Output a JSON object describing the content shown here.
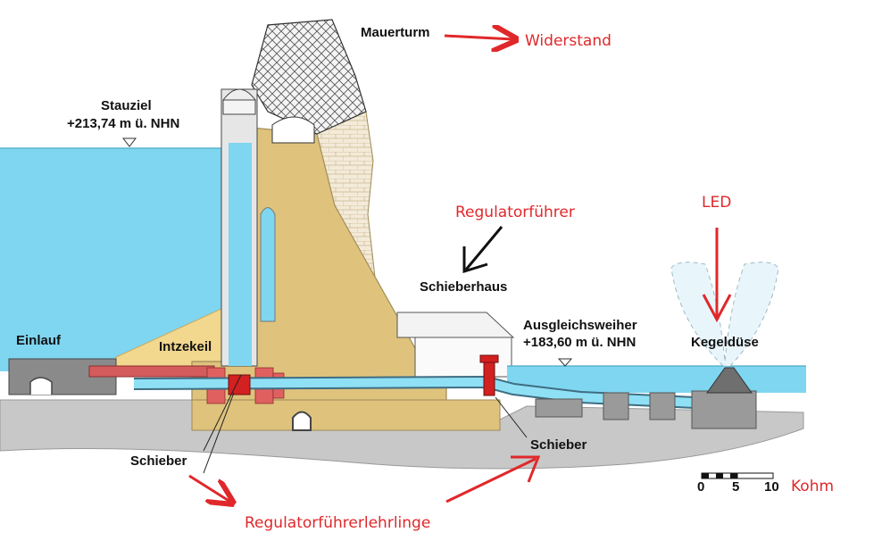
{
  "labels": {
    "mauerturm": "Mauerturm",
    "stauziel": "Stauziel",
    "stauziel_level": "+213,74 m ü. NHN",
    "schieberhaus": "Schieberhaus",
    "ausgleichsweiher": "Ausgleichsweiher",
    "ausgleichsweiher_level": "+183,60 m ü. NHN",
    "einlauf": "Einlauf",
    "intzekeil": "Intzekeil",
    "kegelduese": "Kegeldüse",
    "schieber_left": "Schieber",
    "schieber_right": "Schieber"
  },
  "annotations": {
    "widerstand": "Widerstand",
    "regulatorfuehrer": "Regulatorführer",
    "led": "LED",
    "regulatorfuehrerlehrlinge": "Regulatorführerlehrlinge",
    "kohm": "Kohm"
  },
  "scale": {
    "ticks": [
      "0",
      "5",
      "10"
    ]
  },
  "colors": {
    "water": "#7fd6f0",
    "dam": "#dfc37d",
    "ground": "#c8c8c8",
    "valve": "#d32020",
    "annotation": "#e0282b"
  }
}
